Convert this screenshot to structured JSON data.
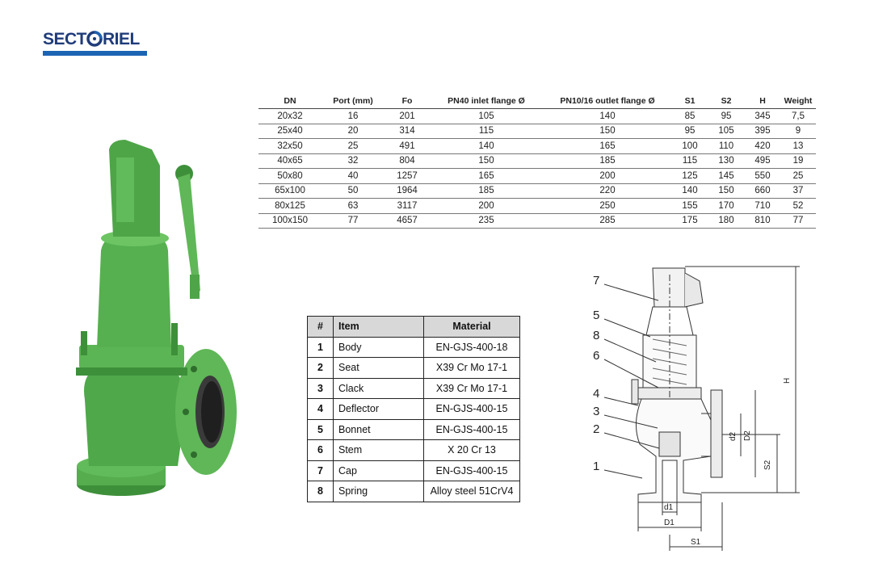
{
  "logo": {
    "text_before": "SECT",
    "text_after": "RIEL",
    "bar_color": "#1b64b4",
    "text_color": "#1f3c7a"
  },
  "dimensions_table": {
    "headers": [
      "DN",
      "Port (mm)",
      "Fo",
      "PN40 inlet flange Ø",
      "PN10/16 outlet flange Ø",
      "S1",
      "S2",
      "H",
      "Weight"
    ],
    "rows": [
      [
        "20x32",
        "16",
        "201",
        "105",
        "140",
        "85",
        "95",
        "345",
        "7,5"
      ],
      [
        "25x40",
        "20",
        "314",
        "115",
        "150",
        "95",
        "105",
        "395",
        "9"
      ],
      [
        "32x50",
        "25",
        "491",
        "140",
        "165",
        "100",
        "110",
        "420",
        "13"
      ],
      [
        "40x65",
        "32",
        "804",
        "150",
        "185",
        "115",
        "130",
        "495",
        "19"
      ],
      [
        "50x80",
        "40",
        "1257",
        "165",
        "200",
        "125",
        "145",
        "550",
        "25"
      ],
      [
        "65x100",
        "50",
        "1964",
        "185",
        "220",
        "140",
        "150",
        "660",
        "37"
      ],
      [
        "80x125",
        "63",
        "3117",
        "200",
        "250",
        "155",
        "170",
        "710",
        "52"
      ],
      [
        "100x150",
        "77",
        "4657",
        "235",
        "285",
        "175",
        "180",
        "810",
        "77"
      ]
    ]
  },
  "materials_table": {
    "headers": [
      "#",
      "Item",
      "Material"
    ],
    "rows": [
      [
        "1",
        "Body",
        "EN-GJS-400-18"
      ],
      [
        "2",
        "Seat",
        "X39 Cr Mo 17-1"
      ],
      [
        "3",
        "Clack",
        "X39 Cr Mo 17-1"
      ],
      [
        "4",
        "Deflector",
        "EN-GJS-400-15"
      ],
      [
        "5",
        "Bonnet",
        "EN-GJS-400-15"
      ],
      [
        "6",
        "Stem",
        "X 20 Cr 13"
      ],
      [
        "7",
        "Cap",
        "EN-GJS-400-15"
      ],
      [
        "8",
        "Spring",
        "Alloy steel 51CrV4"
      ]
    ],
    "header_bg": "#d8d8d8"
  },
  "drawing": {
    "callouts": [
      "7",
      "5",
      "8",
      "6",
      "4",
      "3",
      "2",
      "1"
    ],
    "dimension_labels": {
      "h": "H",
      "s2": "S2",
      "d2_small": "d2",
      "d2_large": "D2",
      "d1_small": "d1",
      "d1_large": "D1",
      "s1": "S1"
    }
  },
  "photo": {
    "valve_color": "#4fa84a"
  }
}
